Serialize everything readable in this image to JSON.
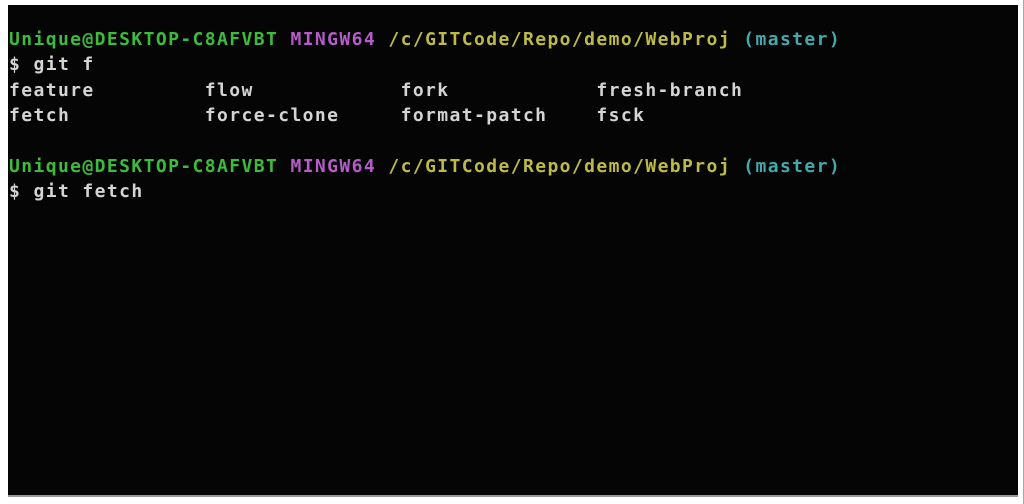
{
  "colors": {
    "frame_background": "#ffffff",
    "terminal_background": "#050505",
    "default_text": "#d4d4d4",
    "user_host_green": "#3dbb3d",
    "env_magenta": "#b55cc8",
    "path_yellow": "#bdbb45",
    "branch_cyan": "#46a8ad"
  },
  "session": {
    "block1": {
      "prompt": {
        "user_host": "Unique@DESKTOP-C8AFVBT ",
        "env": "MINGW64 ",
        "path": "/c/GITCode/Repo/demo/WebProj ",
        "branch": "(master)"
      },
      "command": "$ git f",
      "completions_row1": "feature         flow            fork            fresh-branch",
      "completions_row2": "fetch           force-clone     format-patch    fsck"
    },
    "block2": {
      "prompt": {
        "user_host": "Unique@DESKTOP-C8AFVBT ",
        "env": "MINGW64 ",
        "path": "/c/GITCode/Repo/demo/WebProj ",
        "branch": "(master)"
      },
      "command": "$ git fetch"
    }
  }
}
